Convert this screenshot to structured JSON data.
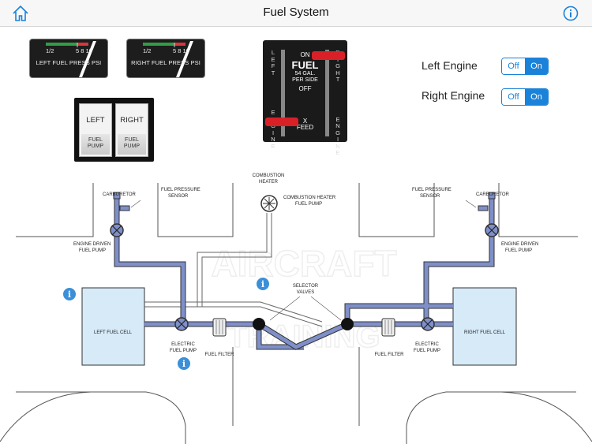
{
  "nav": {
    "title": "Fuel System",
    "home_icon": "home-icon",
    "info_icon": "info-icon"
  },
  "gauges": {
    "left": {
      "label": "LEFT FUEL PRESS PSI",
      "scale_left": "1/2",
      "scale_right": "5 8 10"
    },
    "right": {
      "label": "RIGHT FUEL PRESS PSI",
      "scale_left": "1/2",
      "scale_right": "5 8 10"
    }
  },
  "pumps": {
    "left": {
      "top": "LEFT",
      "bottom_1": "FUEL",
      "bottom_2": "PUMP"
    },
    "right": {
      "top": "RIGHT",
      "bottom_1": "FUEL",
      "bottom_2": "PUMP"
    }
  },
  "selector": {
    "left_side": "LEFT ENGINE",
    "right_side": "RIGHT ENGINE",
    "on": "ON",
    "fuel": "FUEL",
    "gal_1": "54 GAL.",
    "gal_2": "PER SIDE",
    "off": "OFF",
    "xfeed_1": "X",
    "xfeed_2": "FEED"
  },
  "engines": {
    "left": {
      "label": "Left Engine",
      "off": "Off",
      "on": "On",
      "selected": "On"
    },
    "right": {
      "label": "Right Engine",
      "off": "Off",
      "on": "On",
      "selected": "On"
    }
  },
  "diagram": {
    "combustion_heater_1": "COMBUSTION",
    "combustion_heater_2": "HEATER",
    "heater_pump_1": "COMBUSTION HEATER",
    "heater_pump_2": "FUEL PUMP",
    "carburetor_left": "CARBURETOR",
    "carburetor_right": "CARBURETOR",
    "press_sensor_left_1": "FUEL PRESSURE",
    "press_sensor_left_2": "SENSOR",
    "press_sensor_right_1": "FUEL PRESSURE",
    "press_sensor_right_2": "SENSOR",
    "edp_left_1": "ENGINE DRIVEN",
    "edp_left_2": "FUEL PUMP",
    "edp_right_1": "ENGINE DRIVEN",
    "edp_right_2": "FUEL PUMP",
    "selector_valves_1": "SELECTOR",
    "selector_valves_2": "VALVES",
    "left_cell": "LEFT FUEL CELL",
    "right_cell": "RIGHT FUEL CELL",
    "efp_left_1": "ELECTRIC",
    "efp_left_2": "FUEL PUMP",
    "efp_right_1": "ELECTRIC",
    "efp_right_2": "FUEL PUMP",
    "filter_left": "FUEL FILTER",
    "filter_right": "FUEL FILTER",
    "watermark_1": "AIRCRAFT",
    "watermark_2": "TRAINING"
  },
  "colors": {
    "accent": "#1a82d8",
    "fuel_line": "#7f8fc9",
    "cell_fill": "#d6eaf8",
    "handle": "#d92027",
    "gauge_green": "#2f9e44",
    "gauge_red": "#d9363e"
  }
}
